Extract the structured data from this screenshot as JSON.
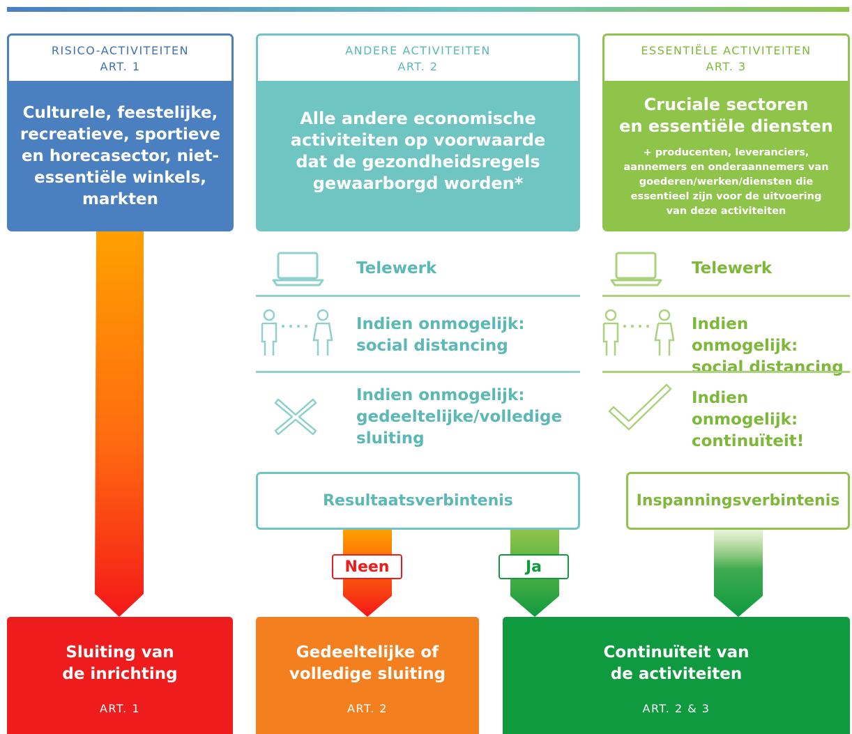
{
  "columns": [
    {
      "header_line1": "RISICO-ACTIVITEITEN",
      "header_line2": "ART. 1",
      "body_lines": [
        "Culturele, feestelijke,",
        "recreatieve, sportieve",
        "en horecasector, niet-",
        "essentiële winkels,",
        "markten"
      ]
    },
    {
      "header_line1": "ANDERE ACTIVITEITEN",
      "header_line2": "ART. 2",
      "body_lines": [
        "Alle andere economische",
        "activiteiten op voorwaarde",
        "dat de gezondheidsregels",
        "gewaarborgd worden*"
      ]
    },
    {
      "header_line1": "ESSENTIËLE ACTIVITEITEN",
      "header_line2": "ART. 3",
      "body_lines": [
        "Cruciale sectoren",
        "en essentiële diensten"
      ],
      "sub_lines": [
        "+ producenten, leveranciers,",
        "aannemers en onderaannemers van",
        "goederen/werken/diensten die",
        "essentieel zijn voor de uitvoering",
        "van deze activiteiten"
      ]
    }
  ],
  "rows_col2": [
    {
      "icon": "laptop-icon",
      "lines": [
        "Telewerk"
      ]
    },
    {
      "icon": "social-distancing-icon",
      "lines": [
        "Indien onmogelijk:",
        "social distancing"
      ]
    },
    {
      "icon": "cross-icon",
      "lines": [
        "Indien onmogelijk:",
        "gedeeltelijke/volledige",
        "sluiting"
      ]
    }
  ],
  "rows_col3": [
    {
      "icon": "laptop-icon",
      "lines": [
        "Telewerk"
      ]
    },
    {
      "icon": "social-distancing-icon",
      "lines": [
        "Indien onmogelijk:",
        "social distancing"
      ]
    },
    {
      "icon": "checkmark-icon",
      "lines": [
        "Indien onmogelijk:",
        "continuïteit!"
      ]
    }
  ],
  "commitments": {
    "col2": "Resultaatsverbintenis",
    "col3": "Inspanningsverbintenis"
  },
  "badges": {
    "no": "Neen",
    "yes": "Ja"
  },
  "results": [
    {
      "lines": [
        "Sluiting van",
        "de inrichting"
      ],
      "article": "ART. 1"
    },
    {
      "lines": [
        "Gedeeltelijke of",
        "volledige sluiting"
      ],
      "article": "ART. 2"
    },
    {
      "lines": [
        "Continuïteit van",
        "de activiteiten"
      ],
      "article": "ART. 2 & 3"
    }
  ],
  "colors": {
    "blue": "#4a7fc0",
    "teal": "#6ec5c2",
    "lime": "#8fc44b",
    "red": "#ee1c1c",
    "orange": "#f47f1f",
    "green": "#0f9a3f"
  }
}
